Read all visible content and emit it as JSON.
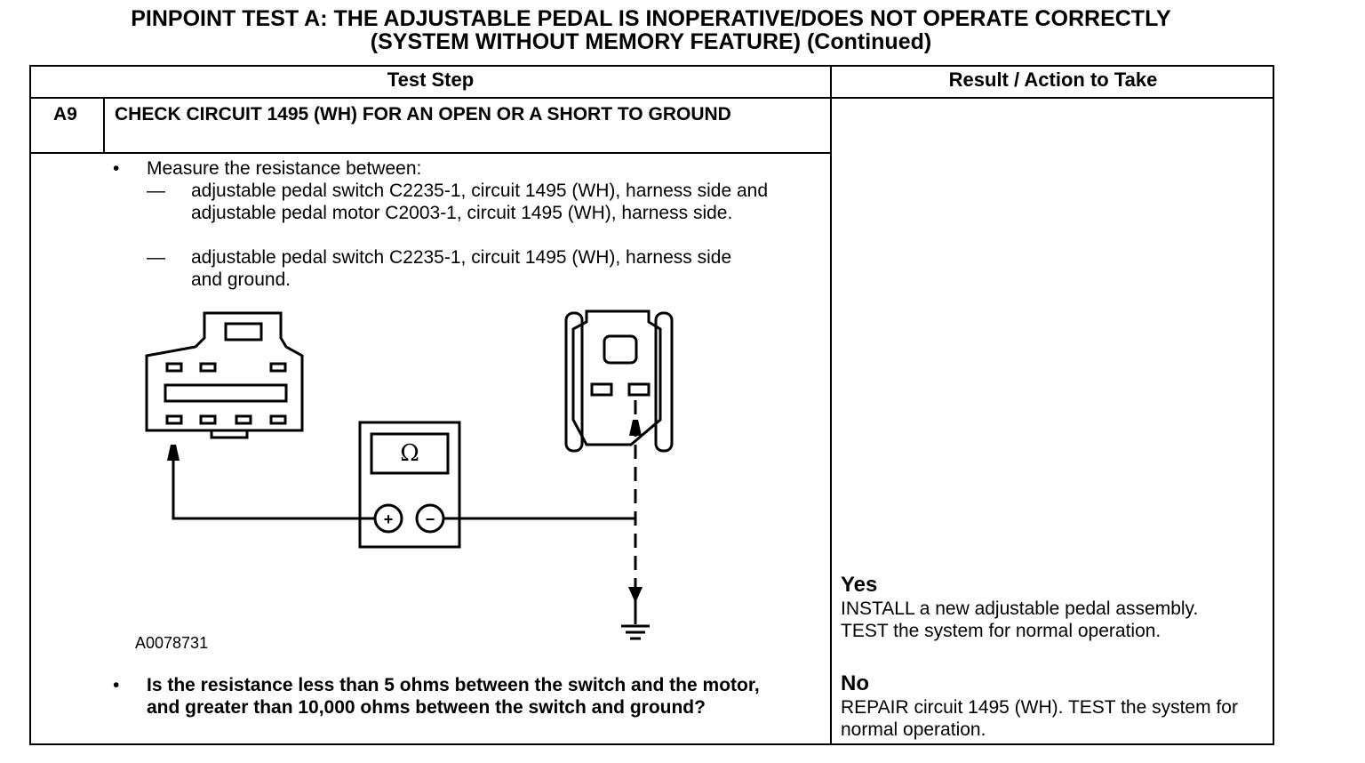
{
  "title": {
    "line1": "PINPOINT TEST  A: THE ADJUSTABLE PEDAL IS INOPERATIVE/DOES NOT OPERATE CORRECTLY",
    "line2": "(SYSTEM WITHOUT MEMORY FEATURE) (Continued)"
  },
  "headers": {
    "test_step": "Test Step",
    "result": "Result / Action to Take"
  },
  "step": {
    "id": "A9",
    "title": "CHECK CIRCUIT 1495 (WH) FOR AN OPEN OR A SHORT TO GROUND",
    "bullet1": "Measure the resistance between:",
    "dash_mark1": "—",
    "dash_mark2": "—",
    "bullet_mark": "•",
    "sub1": "adjustable pedal switch C2235-1, circuit 1495 (WH), harness side and adjustable pedal motor C2003-1, circuit 1495 (WH), harness side.",
    "sub2": "adjustable pedal switch C2235-1, circuit 1495 (WH), harness side and ground.",
    "figure_id": "A0078731",
    "meter_symbol": "Ω",
    "meter_plus": "+",
    "meter_minus": "−",
    "question": "Is the resistance less than 5 ohms between the switch and the motor, and greater than 10,000 ohms between the switch and ground?"
  },
  "results": {
    "yes_label": "Yes",
    "yes_text": "INSTALL a new adjustable pedal assembly. TEST the system for normal operation.",
    "no_label": "No",
    "no_text": "REPAIR circuit 1495 (WH). TEST the system for normal operation."
  }
}
